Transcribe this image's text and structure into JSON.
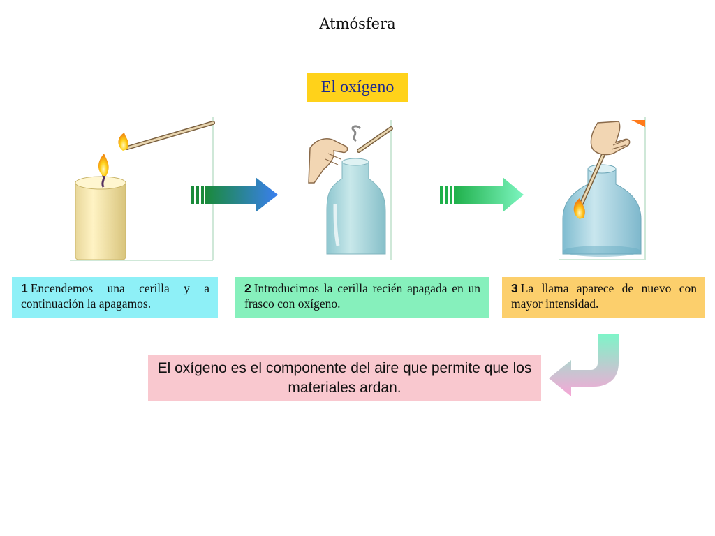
{
  "header": {
    "title": "Atmósfera"
  },
  "main": {
    "title": "El oxígeno",
    "steps": [
      {
        "number": "1",
        "text": "Encendemos una cerilla y a continuación la apagamos.",
        "color": "#8ef0f7"
      },
      {
        "number": "2",
        "text": "Introducimos la cerilla recién apagada en un frasco con oxígeno.",
        "color": "#86f0bc"
      },
      {
        "number": "3",
        "text": "La llama aparece de nuevo con mayor intensidad.",
        "color": "#fccf6c"
      }
    ],
    "conclusion": "El oxígeno es el componente del aire que permite que los materiales ardan."
  },
  "colors": {
    "title_bg": "#ffd21a",
    "title_text": "#1c2a8f",
    "conclusion_bg": "#f9c8cf",
    "arrow1_start": "#1a8a3a",
    "arrow1_end": "#3a7ff0",
    "arrow2_start": "#1fb04a",
    "arrow2_end": "#7df5c0"
  },
  "illustrations": [
    "candle-with-lit-match",
    "hand-inserting-match-into-jar",
    "hand-with-burning-match-in-jar"
  ]
}
